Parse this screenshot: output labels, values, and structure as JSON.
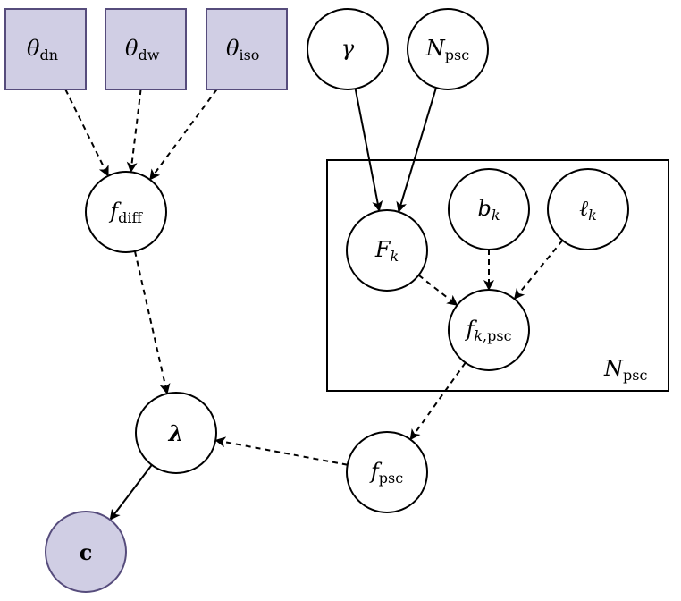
{
  "nodes": {
    "theta_dn": {
      "main": "θ",
      "sub": "dn",
      "shape": "square",
      "observed": true
    },
    "theta_dw": {
      "main": "θ",
      "sub": "dw",
      "shape": "square",
      "observed": true
    },
    "theta_iso": {
      "main": "θ",
      "sub": "iso",
      "shape": "square",
      "observed": true
    },
    "gamma": {
      "main": "γ",
      "sub": ""
    },
    "N_psc": {
      "main": "N",
      "sub": "psc"
    },
    "f_diff": {
      "main": "f",
      "sub": "diff"
    },
    "F_k": {
      "main": "F",
      "sub": "k"
    },
    "b_k": {
      "main": "b",
      "sub": "k"
    },
    "l_k": {
      "main": "ℓ",
      "sub": "k"
    },
    "f_kpsc": {
      "main": "f",
      "sub_k": "k",
      "sub": ",psc"
    },
    "lambda": {
      "main": "λ"
    },
    "f_psc": {
      "main": "f",
      "sub": "psc"
    },
    "c": {
      "main": "c",
      "observed": true
    }
  },
  "plate": {
    "label_main": "N",
    "label_sub": "psc"
  },
  "edges": [
    {
      "from": "theta_dn",
      "to": "f_diff",
      "style": "dashed"
    },
    {
      "from": "theta_dw",
      "to": "f_diff",
      "style": "dashed"
    },
    {
      "from": "theta_iso",
      "to": "f_diff",
      "style": "dashed"
    },
    {
      "from": "gamma",
      "to": "F_k",
      "style": "solid"
    },
    {
      "from": "N_psc",
      "to": "F_k",
      "style": "solid"
    },
    {
      "from": "F_k",
      "to": "f_kpsc",
      "style": "dashed"
    },
    {
      "from": "b_k",
      "to": "f_kpsc",
      "style": "dashed"
    },
    {
      "from": "l_k",
      "to": "f_kpsc",
      "style": "dashed"
    },
    {
      "from": "f_diff",
      "to": "lambda",
      "style": "dashed"
    },
    {
      "from": "f_kpsc",
      "to": "f_psc",
      "style": "dashed"
    },
    {
      "from": "f_psc",
      "to": "lambda",
      "style": "dashed"
    },
    {
      "from": "lambda",
      "to": "c",
      "style": "solid"
    }
  ],
  "colors": {
    "observed_fill": "#d0cee4",
    "observed_stroke": "#564c7c"
  }
}
